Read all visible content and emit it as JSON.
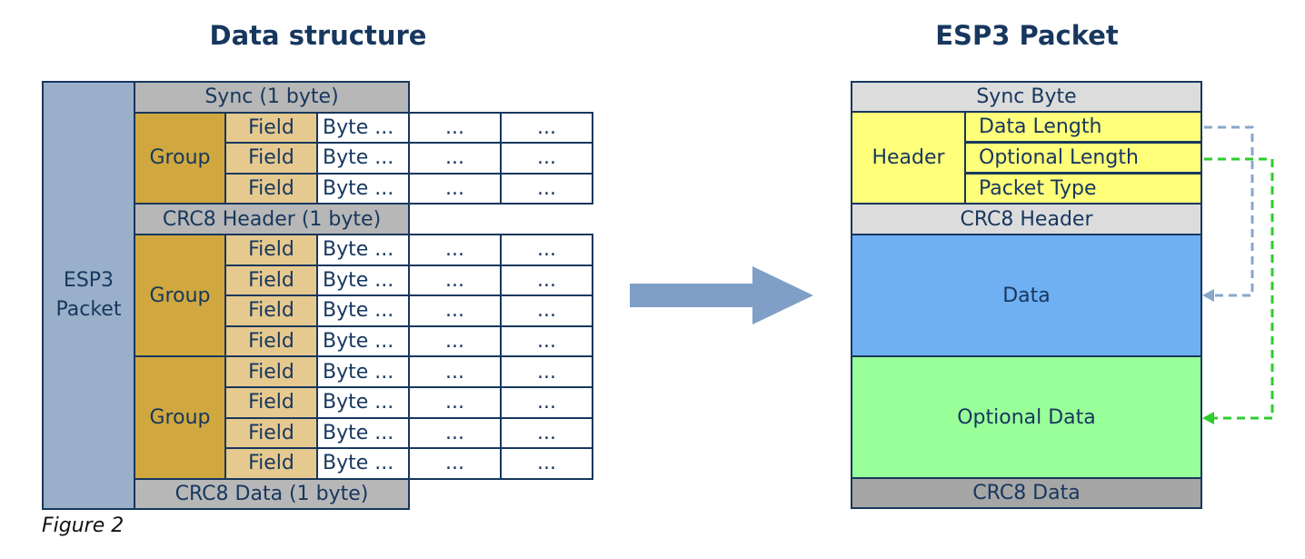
{
  "left": {
    "title": "Data structure",
    "packet_label": "ESP3\nPacket",
    "sync_label": "Sync (1 byte)",
    "crc8_header_label": "CRC8 Header (1 byte)",
    "crc8_data_label": "CRC8 Data (1 byte)",
    "group_label": "Group",
    "field_label": "Field",
    "byte_label": "Byte ...",
    "ellipsis": "...",
    "groups": [
      {
        "rows": 3
      },
      {
        "rows": 4
      },
      {
        "rows": 4
      }
    ]
  },
  "right": {
    "title": "ESP3 Packet",
    "sync": "Sync Byte",
    "header": "Header",
    "header_fields": [
      "Data Length",
      "Optional Length",
      "Packet Type"
    ],
    "crc8_header": "CRC8 Header",
    "data": "Data",
    "optional_data": "Optional Data",
    "crc8_data": "CRC8 Data"
  },
  "caption": "Figure 2",
  "colors": {
    "outline": "#17375e",
    "packet_bg": "#9aafc9",
    "gray_bg": "#b7b7b7",
    "group_bg": "#d0a83f",
    "field_bg": "#e6c98e",
    "sync_bg": "#dcdcdc",
    "header_bg": "#ffff7a",
    "data_bg": "#6fb0f2",
    "optional_bg": "#99ff99",
    "crc_data_bg": "#a6a6a6",
    "arrow": "#7f9fc6",
    "blue_dash": "#8aa6cc",
    "green_dash": "#2ecc2e"
  }
}
